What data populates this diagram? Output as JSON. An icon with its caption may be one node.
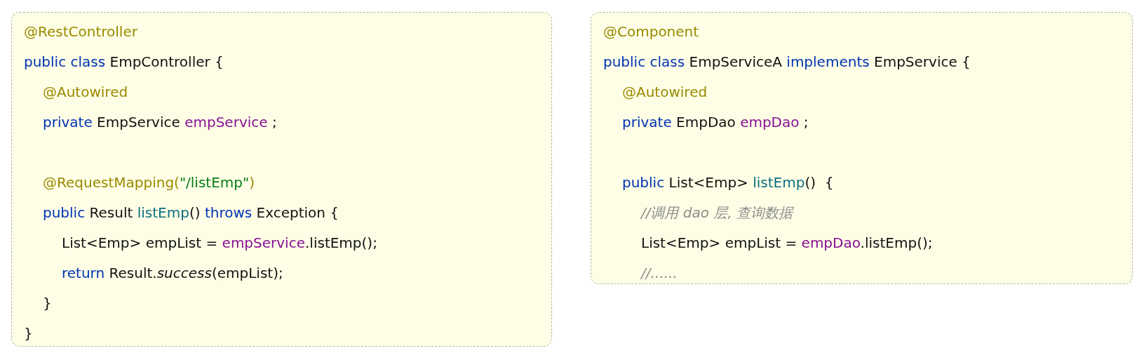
{
  "diagram": {
    "nodes": [
      {
        "text": [
          "@RestController",
          "public class EmpController {",
          "@Autowired",
          "private EmpService empService ;",
          "@RequestMapping(\"/listEmp\")",
          "public Result listEmp() throws Exception {",
          "List<Emp> empList = empService.listEmp();",
          "return Result.success(empList);",
          "}",
          "}"
        ]
      },
      {
        "text": [
          "@Component",
          "public class EmpServiceA implements EmpService {",
          "@Autowired",
          "private EmpDao empDao ;",
          "public List<Emp> listEmp()  {",
          "//调用 dao 层, 查询数据",
          "List<Emp> empList = empDao.listEmp();",
          "//......"
        ]
      }
    ]
  }
}
